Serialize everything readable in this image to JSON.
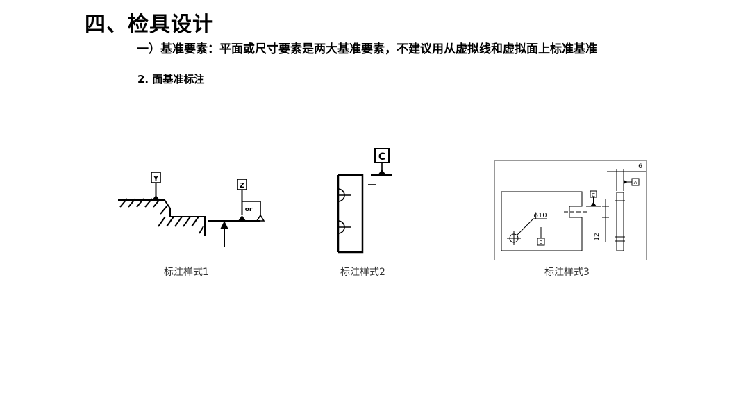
{
  "page": {
    "title": "四、检具设计",
    "subtitle": "一）基准要素：平面或尺寸要素是两大基准要素，不建议用从虚拟线和虚拟面上标准基准",
    "section": "2. 面基准标注"
  },
  "figures": [
    {
      "caption": "标注样式1",
      "labels": {
        "datum_y": "Y",
        "datum_z": "Z",
        "note": "or"
      }
    },
    {
      "caption": "标注样式2",
      "labels": {
        "datum_c": "C"
      }
    },
    {
      "caption": "标注样式3",
      "labels": {
        "datum_a": "A",
        "datum_b": "B",
        "datum_c": "C",
        "dim_6": "6",
        "dim_12": "12",
        "dim_dia": "ϕ10"
      }
    }
  ]
}
